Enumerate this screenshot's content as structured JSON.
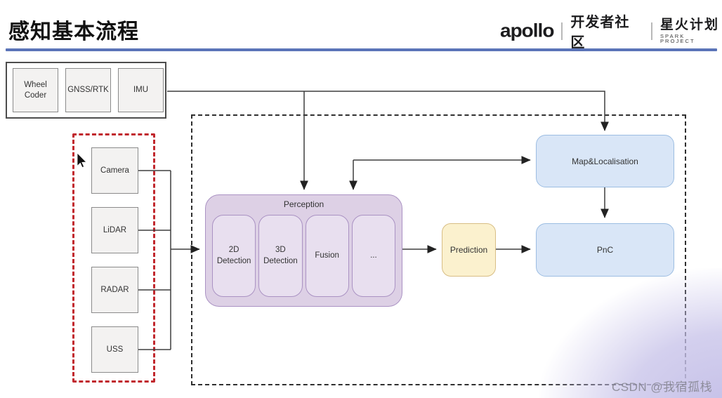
{
  "slide": {
    "title": "感知基本流程",
    "watermark": "CSDN @我宿孤栈",
    "underline_color": "#5b74b8",
    "corner_glow_color": "#c5c0e8"
  },
  "header_brand": {
    "apollo": "apollo",
    "community": "开发者社区",
    "spark_title": "星火计划",
    "spark_subtitle": "SPARK PROJECT"
  },
  "diagram": {
    "external_sensors": {
      "items": [
        {
          "label": "Wheel Coder"
        },
        {
          "label": "GNSS/RTK"
        },
        {
          "label": "IMU"
        }
      ]
    },
    "perception_sensors": {
      "highlight_border_color": "#c1272d",
      "items": [
        {
          "label": "Camera"
        },
        {
          "label": "LiDAR"
        },
        {
          "label": "RADAR"
        },
        {
          "label": "USS"
        }
      ]
    },
    "pipeline": {
      "perception": {
        "label": "Perception",
        "fill": "#ddd0e5",
        "border": "#aa92c3",
        "modules": [
          {
            "label": "2D Detection"
          },
          {
            "label": "3D Detection"
          },
          {
            "label": "Fusion"
          },
          {
            "label": "..."
          }
        ]
      },
      "prediction": {
        "label": "Prediction",
        "fill": "#fbf1ce",
        "border": "#d8be85"
      },
      "map_localisation": {
        "label": "Map&Localisation",
        "fill": "#d9e6f7",
        "border": "#9cbde2"
      },
      "pnc": {
        "label": "PnC",
        "fill": "#d9e6f7",
        "border": "#9cbde2"
      }
    },
    "edges": [
      {
        "from": "external-sensor-panel",
        "to": "map-localisation-node"
      },
      {
        "from": "external-sensor-panel",
        "to": "perception-module"
      },
      {
        "from": "junction",
        "to": "perception-module"
      },
      {
        "from": "junction",
        "to": "map-localisation-node"
      },
      {
        "from": "camera-node",
        "to": "sensor-bus"
      },
      {
        "from": "lidar-node",
        "to": "sensor-bus"
      },
      {
        "from": "radar-node",
        "to": "sensor-bus"
      },
      {
        "from": "uss-node",
        "to": "sensor-bus"
      },
      {
        "from": "sensor-bus",
        "to": "perception-module"
      },
      {
        "from": "perception-module",
        "to": "prediction-node"
      },
      {
        "from": "prediction-node",
        "to": "pnc-node"
      },
      {
        "from": "map-localisation-node",
        "to": "pnc-node"
      }
    ]
  }
}
